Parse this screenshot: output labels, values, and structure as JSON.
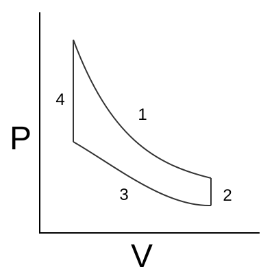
{
  "axes": {
    "x_label": "V",
    "y_label": "P"
  },
  "processes": [
    {
      "id": "1",
      "label": "1"
    },
    {
      "id": "2",
      "label": "2"
    },
    {
      "id": "3",
      "label": "3"
    },
    {
      "id": "4",
      "label": "4"
    }
  ],
  "colors": {
    "axis": "#000000",
    "curve": "#333333",
    "text": "#000000"
  }
}
